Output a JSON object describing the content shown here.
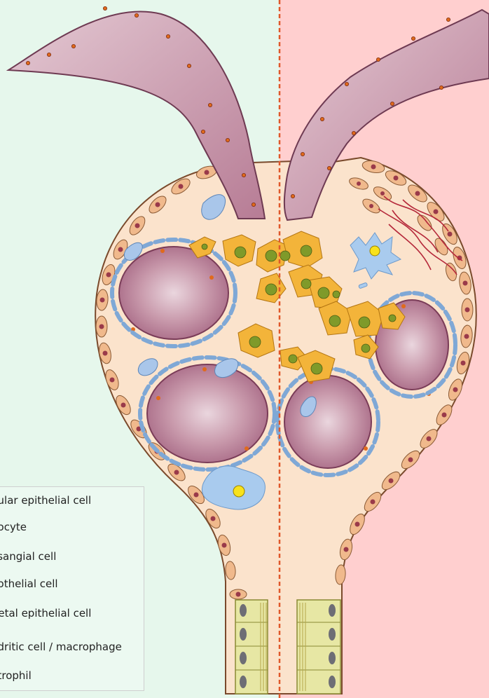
{
  "background": {
    "left_color": "#e6f7ec",
    "right_color": "#ffcfcf",
    "divider_color": "#e0582a"
  },
  "colors": {
    "capillary": "#a86a86",
    "capillary_inner": "#e9d4dc",
    "podocyte": "#7fa8d6",
    "mesangial": "#f3b43a",
    "mesangial_nucleus": "#7f9a2a",
    "parietal": "#f0b98c",
    "tubular": "#d9d98f",
    "dendritic": "#a9cbee",
    "neutrophil_nucleus": "#f8e21c"
  },
  "legend": {
    "items": [
      "Tubular epithelial cell",
      "Podocyte",
      "Mesangial cell",
      "Endothelial cell",
      "Parietal epithelial cell",
      "Dendritic cell / macrophage",
      "Neutrophil"
    ],
    "visible": [
      "bular epithelial cell",
      "docyte",
      "esangial cell",
      "dothelial cell",
      "rietal epithelial cell",
      "ndritic cell / macrophage",
      "utrophil"
    ]
  }
}
